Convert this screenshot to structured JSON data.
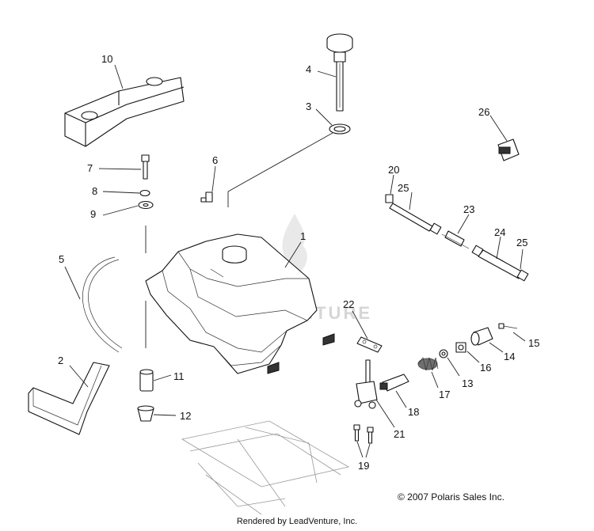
{
  "watermark": "LEADVENTURE",
  "copyright": "© 2007 Polaris Sales Inc.",
  "rendered_by": "Rendered by LeadVenture, Inc.",
  "callouts": {
    "c1": "1",
    "c2": "2",
    "c3": "3",
    "c4": "4",
    "c5": "5",
    "c6": "6",
    "c7": "7",
    "c8": "8",
    "c9": "9",
    "c10": "10",
    "c11": "11",
    "c12": "12",
    "c13": "13",
    "c14": "14",
    "c15": "15",
    "c16": "16",
    "c17": "17",
    "c18": "18",
    "c19": "19",
    "c20": "20",
    "c21": "21",
    "c22": "22",
    "c23": "23",
    "c24": "24",
    "c25a": "25",
    "c25b": "25",
    "c26": "26"
  }
}
